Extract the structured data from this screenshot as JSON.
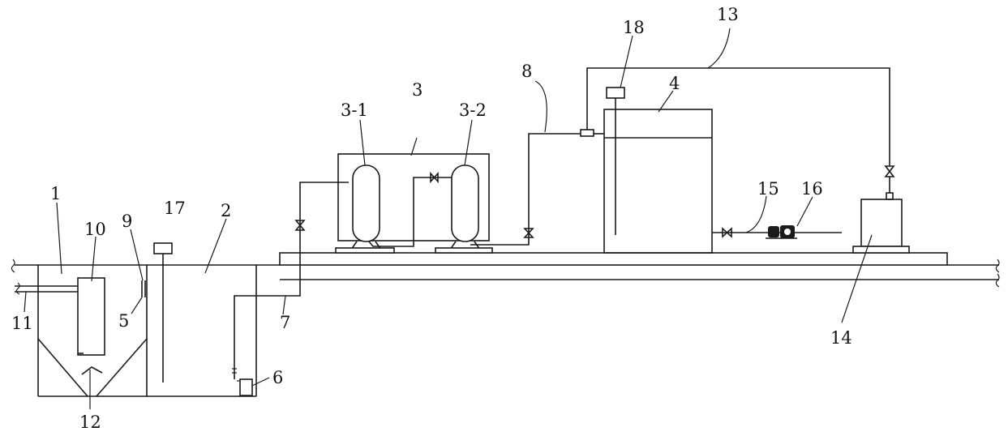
{
  "labels": {
    "l1": "1",
    "l2": "2",
    "l3": "3",
    "l3_1": "3-1",
    "l3_2": "3-2",
    "l4": "4",
    "l5": "5",
    "l6": "6",
    "l7": "7",
    "l8": "8",
    "l9": "9",
    "l10": "10",
    "l11": "11",
    "l12": "12",
    "l13": "13",
    "l14": "14",
    "l15": "15",
    "l16": "16",
    "l17": "17",
    "l18": "18"
  }
}
